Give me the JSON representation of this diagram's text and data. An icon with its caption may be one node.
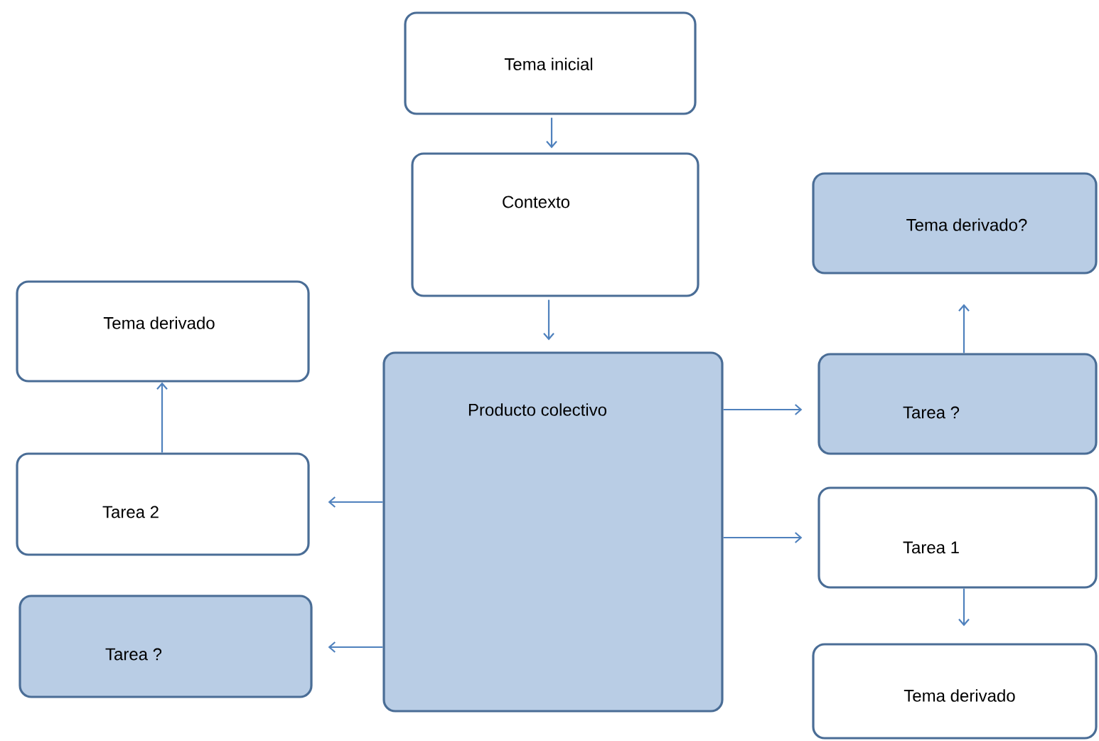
{
  "diagram": {
    "nodes": [
      {
        "text": [
          "Tema inicial"
        ]
      },
      {
        "text": [
          "Contexto"
        ]
      },
      {
        "text": [
          "Producto colectivo"
        ]
      },
      {
        "text": [
          "Tema derivado"
        ]
      },
      {
        "text": [
          "Tarea 2"
        ]
      },
      {
        "text": [
          "Tarea ?"
        ]
      },
      {
        "text": [
          "Tema derivado?"
        ]
      },
      {
        "text": [
          "Tarea ?"
        ]
      },
      {
        "text": [
          "Tarea 1"
        ]
      },
      {
        "text": [
          "Tema derivado"
        ]
      }
    ],
    "edges": [
      {
        "from": 0,
        "to": 1,
        "arrow": "to"
      },
      {
        "from": 1,
        "to": 2,
        "arrow": "to"
      },
      {
        "from": 2,
        "to": 4,
        "arrow": "to"
      },
      {
        "from": 2,
        "to": 5,
        "arrow": "to"
      },
      {
        "from": 4,
        "to": 3,
        "arrow": "to"
      },
      {
        "from": 2,
        "to": 7,
        "arrow": "to"
      },
      {
        "from": 2,
        "to": 8,
        "arrow": "to"
      },
      {
        "from": 7,
        "to": 6,
        "arrow": "to"
      },
      {
        "from": 8,
        "to": 9,
        "arrow": "to"
      }
    ]
  }
}
